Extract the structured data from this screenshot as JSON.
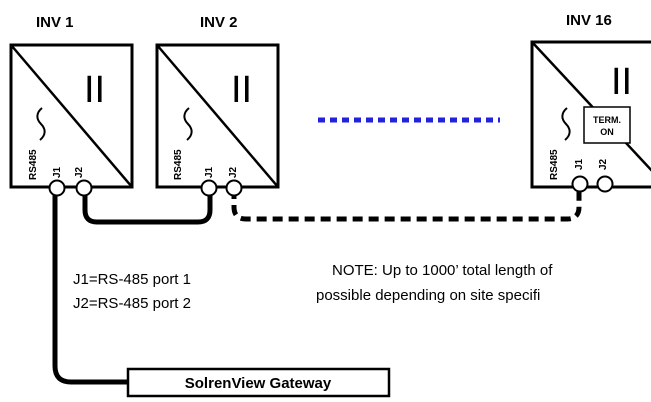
{
  "inverters": [
    {
      "label": "INV 1",
      "port_label": "RS485",
      "j1": "J1",
      "j2": "J2",
      "symbol": "II"
    },
    {
      "label": "INV 2",
      "port_label": "RS485",
      "j1": "J1",
      "j2": "J2",
      "symbol": "II"
    },
    {
      "label": "INV 16",
      "port_label": "RS485",
      "j1": "J1",
      "j2": "J2",
      "symbol": "II",
      "term_line1": "TERM.",
      "term_line2": "ON"
    }
  ],
  "legend": {
    "line1": "J1=RS-485 port 1",
    "line2": "J2=RS-485 port 2"
  },
  "note": {
    "line1": "NOTE: Up to 1000’ total length of",
    "line2": "possible depending on site specifi"
  },
  "gateway": {
    "label": "SolrenView Gateway"
  },
  "colors": {
    "ellipsis": "#2222dd",
    "line": "#000000"
  }
}
